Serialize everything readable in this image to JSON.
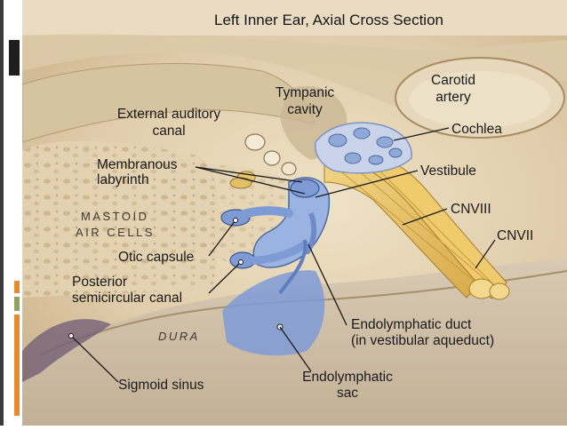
{
  "title": "Left Inner Ear, Axial Cross Section",
  "labels": {
    "carotid_artery": [
      "Carotid",
      "artery"
    ],
    "tympanic_cavity": [
      "Tympanic",
      "cavity"
    ],
    "external_auditory_canal": [
      "External auditory",
      "canal"
    ],
    "cochlea": "Cochlea",
    "membranous_labyrinth": [
      "Membranous",
      "labyrinth"
    ],
    "vestibule": "Vestibule",
    "mastoid_air_cells": [
      "MASTOID",
      "AIR CELLS"
    ],
    "cnviii": "CNVIII",
    "cnvii": "CNVII",
    "otic_capsule": "Otic capsule",
    "posterior_semicircular_canal": [
      "Posterior",
      "semicircular canal"
    ],
    "endolymphatic_duct": [
      "Endolymphatic duct",
      "(in vestibular aqueduct)"
    ],
    "dura": "DURA",
    "sigmoid_sinus": "Sigmoid sinus",
    "endolymphatic_sac": [
      "Endolymphatic",
      "sac"
    ]
  },
  "colors": {
    "bone": "#e2cfae",
    "tissue": "#c9b79a",
    "labyrinth_blue": "#8fa9d9",
    "nerve_yellow": "#e8c46a",
    "slide_accent_orange": "#e8892b",
    "slide_accent_green": "#8fa35a"
  }
}
